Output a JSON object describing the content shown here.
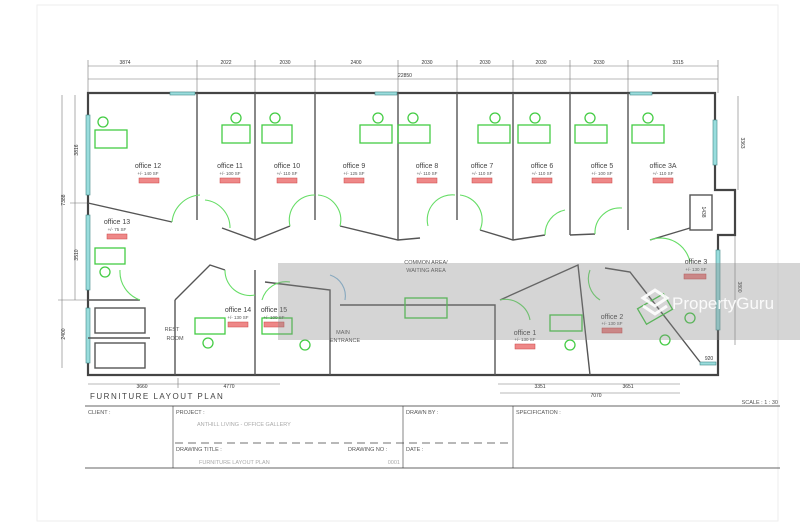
{
  "dimensions": {
    "top": [
      "3874",
      "2022",
      "2030",
      "2400",
      "2030",
      "2030",
      "2030",
      "2030",
      "3315"
    ],
    "total_width": "22850",
    "left": [
      "3816",
      "3510",
      "2400"
    ],
    "left_total": "7388",
    "right": [
      "3363",
      "1438",
      "3800",
      "920"
    ],
    "bottom_left": [
      "3660",
      "4770"
    ],
    "bottom_right": [
      "3351",
      "3651"
    ],
    "bottom_right_total": "7070"
  },
  "rooms": [
    {
      "name": "office 12",
      "area": "+/- 140 SF"
    },
    {
      "name": "office 11",
      "area": "+/- 100 SF"
    },
    {
      "name": "office 10",
      "area": "+/- 110 SF"
    },
    {
      "name": "office 9",
      "area": "+/- 125 SF"
    },
    {
      "name": "office 8",
      "area": "+/- 110 SF"
    },
    {
      "name": "office 7",
      "area": "+/- 110 SF"
    },
    {
      "name": "office 6",
      "area": "+/- 110 SF"
    },
    {
      "name": "office 5",
      "area": "+/- 100 SF"
    },
    {
      "name": "office 3A",
      "area": "+/- 110 SF"
    },
    {
      "name": "office 13",
      "area": "+/- 75 SF"
    },
    {
      "name": "office 14",
      "area": "+/- 130 SF"
    },
    {
      "name": "office 15",
      "area": "+/- 100 SF"
    },
    {
      "name": "office 1",
      "area": "+/- 130 SF"
    },
    {
      "name": "office 2",
      "area": "+/- 130 SF"
    },
    {
      "name": "office 3",
      "area": "+/- 130 SF"
    }
  ],
  "areas": {
    "common_1": "COMMON AREA/",
    "common_2": "WAITING AREA",
    "rest_1": "REST",
    "rest_2": "ROOM",
    "entrance_1": "MAIN",
    "entrance_2": "ENTRANCE"
  },
  "title_block": {
    "plan_title": "FURNITURE LAYOUT PLAN",
    "scale": "SCALE : 1 : 30",
    "client_label": "CLIENT :",
    "project_label": "PROJECT :",
    "project_value": "ANTHILL LIVING - OFFICE GALLERY",
    "drawing_title_label": "DRAWING TITLE :",
    "drawing_title_value": "FURNITURE LAYOUT PLAN",
    "drawing_no_label": "DRAWING NO :",
    "drawing_no_value": "0001",
    "drawn_by_label": "DRAWN BY :",
    "date_label": "DATE :",
    "specification_label": "SPECIFICATION :"
  },
  "watermark": "PropertyGuru"
}
